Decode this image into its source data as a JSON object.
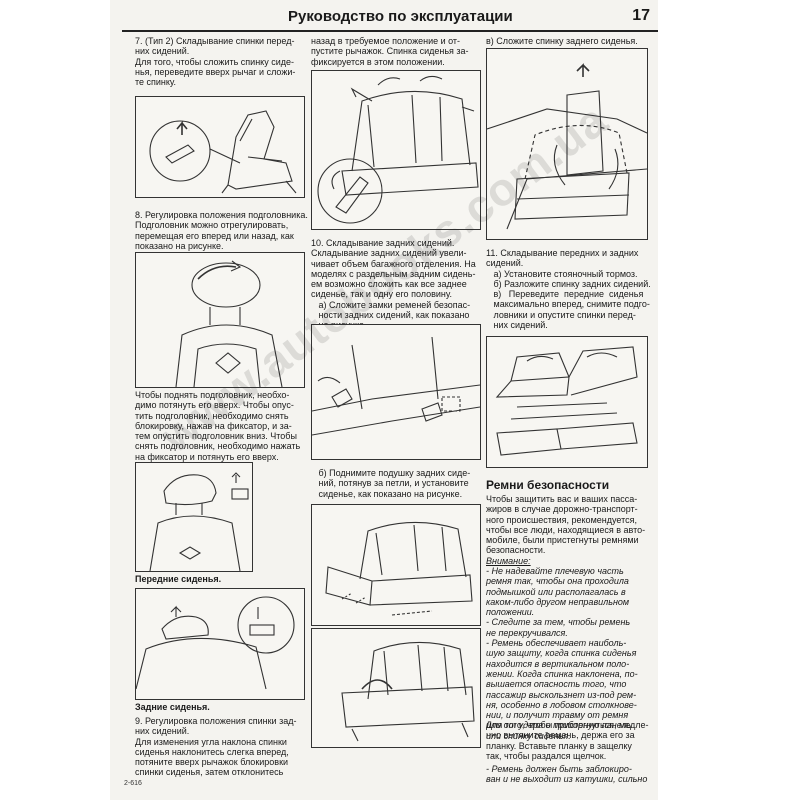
{
  "header": {
    "title": "Руководство по эксплуатации",
    "page_number": "17"
  },
  "footer": {
    "code": "2-616"
  },
  "watermark": "www.autobooks.com.ua",
  "col1": {
    "p7": "7. (Тип 2) Складывание спинки перед-\nних сидений.\nДля того, чтобы сложить спинку сиде-\nнья, переведите вверх рычаг и сложи-\nте спинку.",
    "p8": "8. Регулировка положения подголовника.\nПодголовник можно отрегулировать,\nперемещая его вперед или назад, как\nпоказано на рисунке.",
    "p8b": "Чтобы поднять подголовник, необхо-\nдимо потянуть его вверх. Чтобы опус-\nтить подголовник, необходимо снять\nблокировку, нажав на фиксатор, и за-\nтем опустить подголовник вниз. Чтобы\nснять подголовник, необходимо нажать\nна фиксатор и потянуть его вверх.",
    "cap_front": "Передние сиденья.",
    "cap_rear": "Задние сиденья.",
    "p9": "9. Регулировка положения спинки зад-\nних сидений.\nДля изменения угла наклона спинки\nсиденья наклонитесь слегка вперед,\nпотяните вверх рычажок блокировки\nспинки сиденья, затем отклонитесь"
  },
  "col2": {
    "p9cont": "назад в требуемое положение и от-\nпустите рычажок. Спинка сиденья за-\nфиксируется в этом положении.",
    "p10": "10. Складывание задних сидений.\nСкладывание задних сидений увели-\nчивает объем багажного отделения. На\nмоделях с раздельным задним сидень-\nем возможно сложить как все заднее\nсиденье, так и одну его половину.\n   а) Сложите замки ременей безопас-\n   ности задних сидений, как показано\n   на рисунке.",
    "p10b": "   б) Поднимите подушку задних сиде-\n   ний, потянув за петли, и установите\n   сиденье, как показано на рисунке."
  },
  "col3": {
    "p10c": "в) Сложите спинку заднего сиденья.",
    "p11": "11. Складывание передних и задних\nсидений.\n   а) Установите стояночный тормоз.\n   б) Разложите спинку задних сидений.\n   в)   Переведите  передние  сиденья\n   максимально вперед, снимите подго-\n   ловники и опустите спинки перед-\n   них сидений.",
    "section_title": "Ремни безопасности",
    "belts_intro": "Чтобы защитить вас и ваших пассa-\nжиров в случае дорожно-транспорт-\nного происшествия, рекомендуется,\nчтобы все люди, находящиеся в авто-\nмобиле, были пристегнуты ремнями\nбезопасности.",
    "attention": "Внимание:",
    "warnings": "- Не надевайте плечевую часть\nремня так, чтобы она проходила\nподмышкой или располагалась в\nкаком-либо другом неправильном\nположении.\n- Следите за тем, чтобы ремень\nне перекручивался.\n- Ремень обеспечивает наиболь-\nшую защиту, когда спинка сиденья\nнаходится в вертикальном поло-\nжении. Когда спинка наклонена, по-\nвышается опасность того, что\nпассажир выскользнет из-под рем-\nня, особенно в лобовом столкнове-\nнии, и получит травму от ремня\nили от удара о приборную панель\nили спинку сиденья.",
    "fasten": "Для того, чтобы пристегнуться, медле-\nнно вытяните ремень, держа его за\nпланку. Вставьте планку в защелку\nтак, чтобы раздался щелчок.",
    "warn_last": "- Ремень должен быть заблокиро-\nван и не выходит из катушки, сильно"
  }
}
